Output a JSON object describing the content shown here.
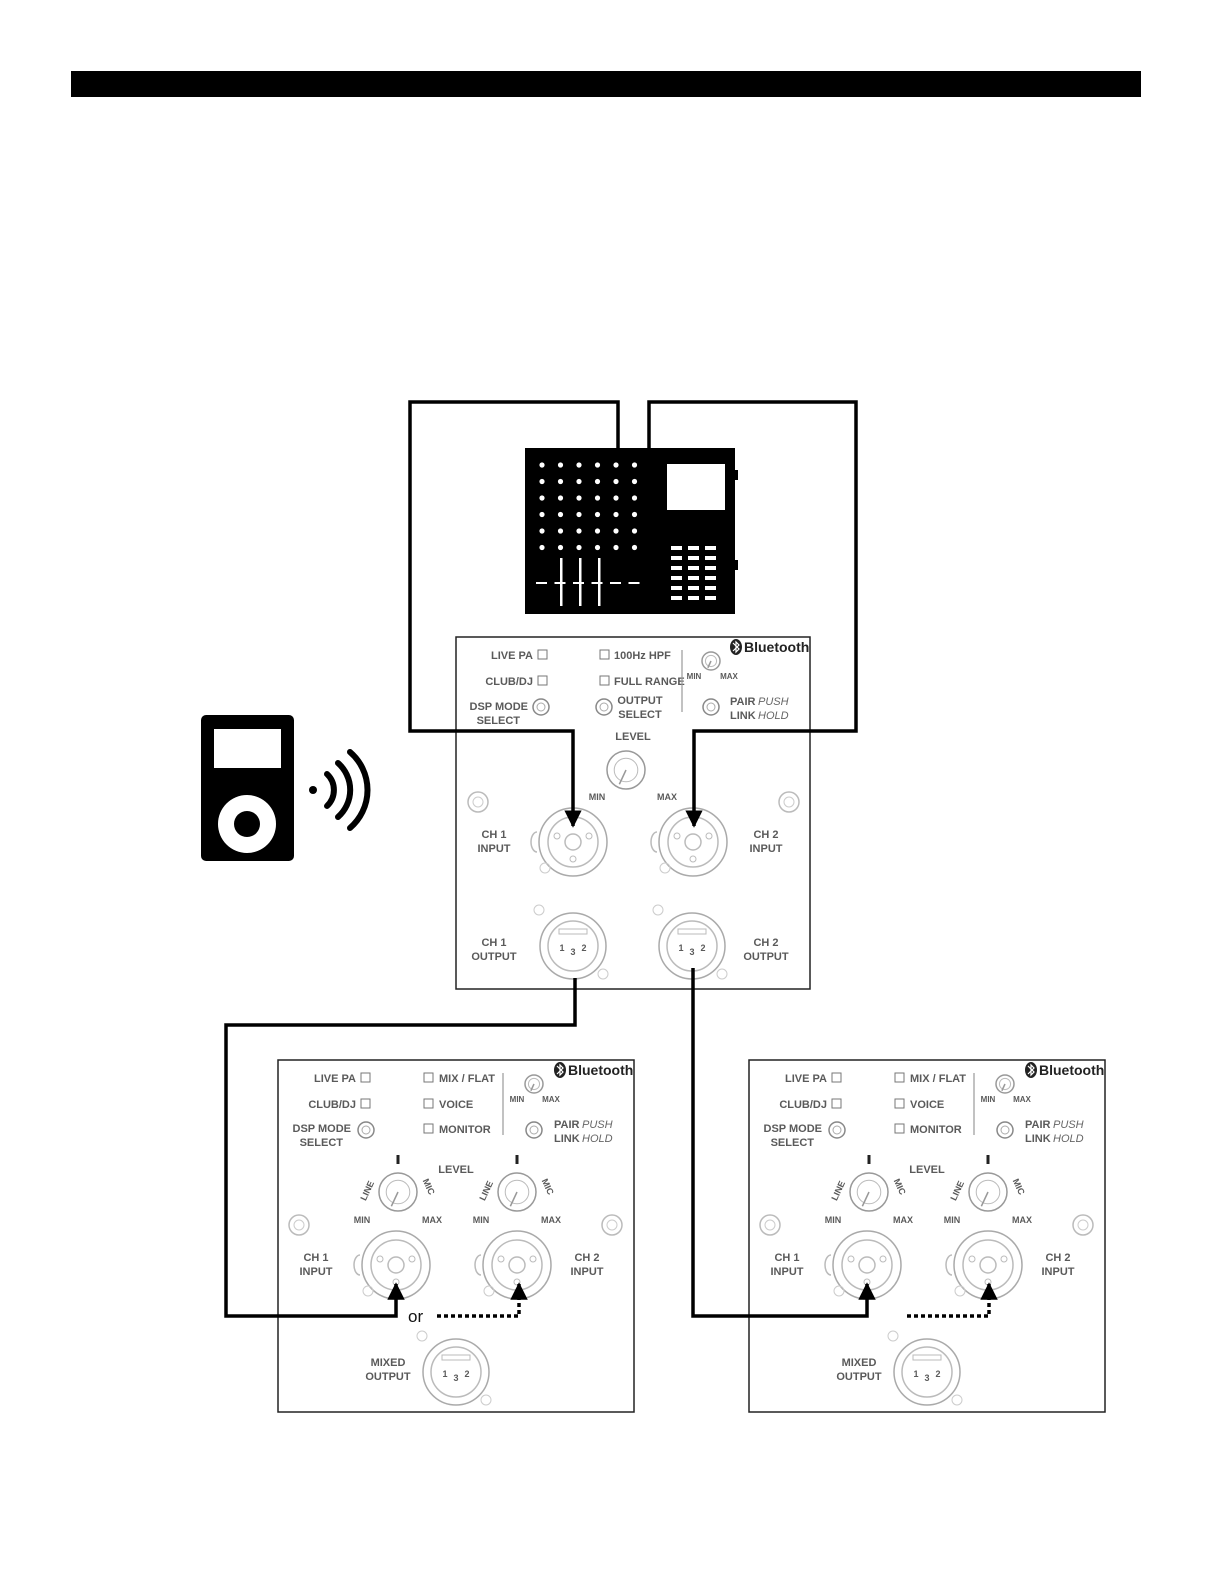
{
  "icons": {
    "mixer": "mixer-icon",
    "player": "media-player-icon",
    "wireless": "wireless-waves-icon",
    "bluetooth": "bluetooth-icon"
  },
  "main_panel": {
    "dsp_modes": [
      "LIVE PA",
      "CLUB/DJ"
    ],
    "dsp_mode_label": [
      "DSP MODE",
      "SELECT"
    ],
    "output_modes": [
      "100Hz HPF",
      "FULL RANGE"
    ],
    "output_select_label": [
      "OUTPUT",
      "SELECT"
    ],
    "bluetooth_label": "Bluetooth",
    "bt_min": "MIN",
    "bt_max": "MAX",
    "pair_label": "PAIR",
    "pair_action": "PUSH",
    "link_label": "LINK",
    "link_action": "HOLD",
    "level_label": "LEVEL",
    "level_min": "MIN",
    "level_max": "MAX",
    "ch1_input": [
      "CH 1",
      "INPUT"
    ],
    "ch2_input": [
      "CH 2",
      "INPUT"
    ],
    "ch1_output": [
      "CH 1",
      "OUTPUT"
    ],
    "ch2_output": [
      "CH 2",
      "OUTPUT"
    ],
    "xlr_pins": [
      "1",
      "3",
      "2"
    ]
  },
  "sub_panel": {
    "dsp_modes": [
      "LIVE PA",
      "CLUB/DJ"
    ],
    "dsp_mode_label": [
      "DSP MODE",
      "SELECT"
    ],
    "eq_modes": [
      "MIX / FLAT",
      "VOICE",
      "MONITOR"
    ],
    "bluetooth_label": "Bluetooth",
    "bt_min": "MIN",
    "bt_max": "MAX",
    "pair_label": "PAIR",
    "pair_action": "PUSH",
    "link_label": "LINK",
    "link_action": "HOLD",
    "level_label": "LEVEL",
    "line_label": "LINE",
    "mic_label": "MIC",
    "knob_min": "MIN",
    "knob_max": "MAX",
    "ch1_input": [
      "CH 1",
      "INPUT"
    ],
    "ch2_input": [
      "CH 2",
      "INPUT"
    ],
    "mixed_output": [
      "MIXED",
      "OUTPUT"
    ],
    "xlr_pins": [
      "1",
      "3",
      "2"
    ]
  },
  "connector_or": "or"
}
